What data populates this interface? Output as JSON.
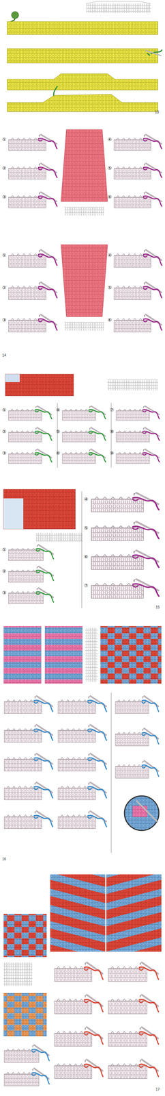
{
  "diagram": {
    "labels": [
      "13",
      "①",
      "②",
      "③",
      "④",
      "⑤",
      "⑥",
      "①",
      "②",
      "③",
      "④",
      "⑤",
      "⑥",
      "14",
      "①",
      "②",
      "③",
      "④",
      "⑤",
      "⑥",
      "⑦",
      "⑧",
      "⑨",
      "①",
      "②",
      "③",
      "④",
      "⑤",
      "⑥",
      "⑦",
      "15",
      "16",
      "17"
    ]
  }
}
